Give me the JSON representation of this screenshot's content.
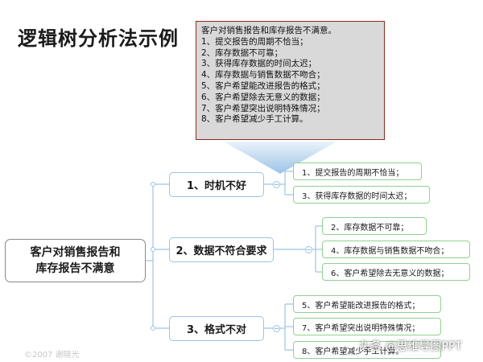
{
  "title": "逻辑树分析法示例",
  "note": {
    "lines": [
      "客户对销售报告和库存报告不满意。",
      "1、提交报告的周期不恰当；",
      "2、库存数据不可靠；",
      "3、获得库存数据的时间太迟；",
      "4、库存数据与销售数据不吻合；",
      "5、客户希望能改进报告的格式；",
      "6、客户希望除去无意义的数据；",
      "7、客户希望突出说明特殊情况；",
      "8、客户希望减少手工计算。"
    ]
  },
  "root": {
    "line1": "客户对销售报告和",
    "line2": "库存报告不满意"
  },
  "branches": [
    {
      "label": "1、时机不好",
      "leaves": [
        "1、提交报告的周期不恰当；",
        "3、获得库存数据的时间太迟；"
      ]
    },
    {
      "label": "2、数据不符合要求",
      "leaves": [
        "2、库存数据不可靠；",
        "4、库存数据与销售数据不吻合；",
        "6、客户希望除去无意义的数据；"
      ]
    },
    {
      "label": "3、格式不对",
      "leaves": [
        "5、客户希望能改进报告的格式；",
        "7、客户希望突出说明特殊情况；",
        "8、客户希望减少手工计算。"
      ]
    }
  ],
  "colors": {
    "node_border": "#9cc3e6",
    "leaf_border": "#8fd18f",
    "note_border": "#8b2a1e",
    "arrow": "#9cc3e6"
  },
  "footer": {
    "copyright": "©2007 谢晓光",
    "watermark": "头条 @思维导图PPT"
  }
}
